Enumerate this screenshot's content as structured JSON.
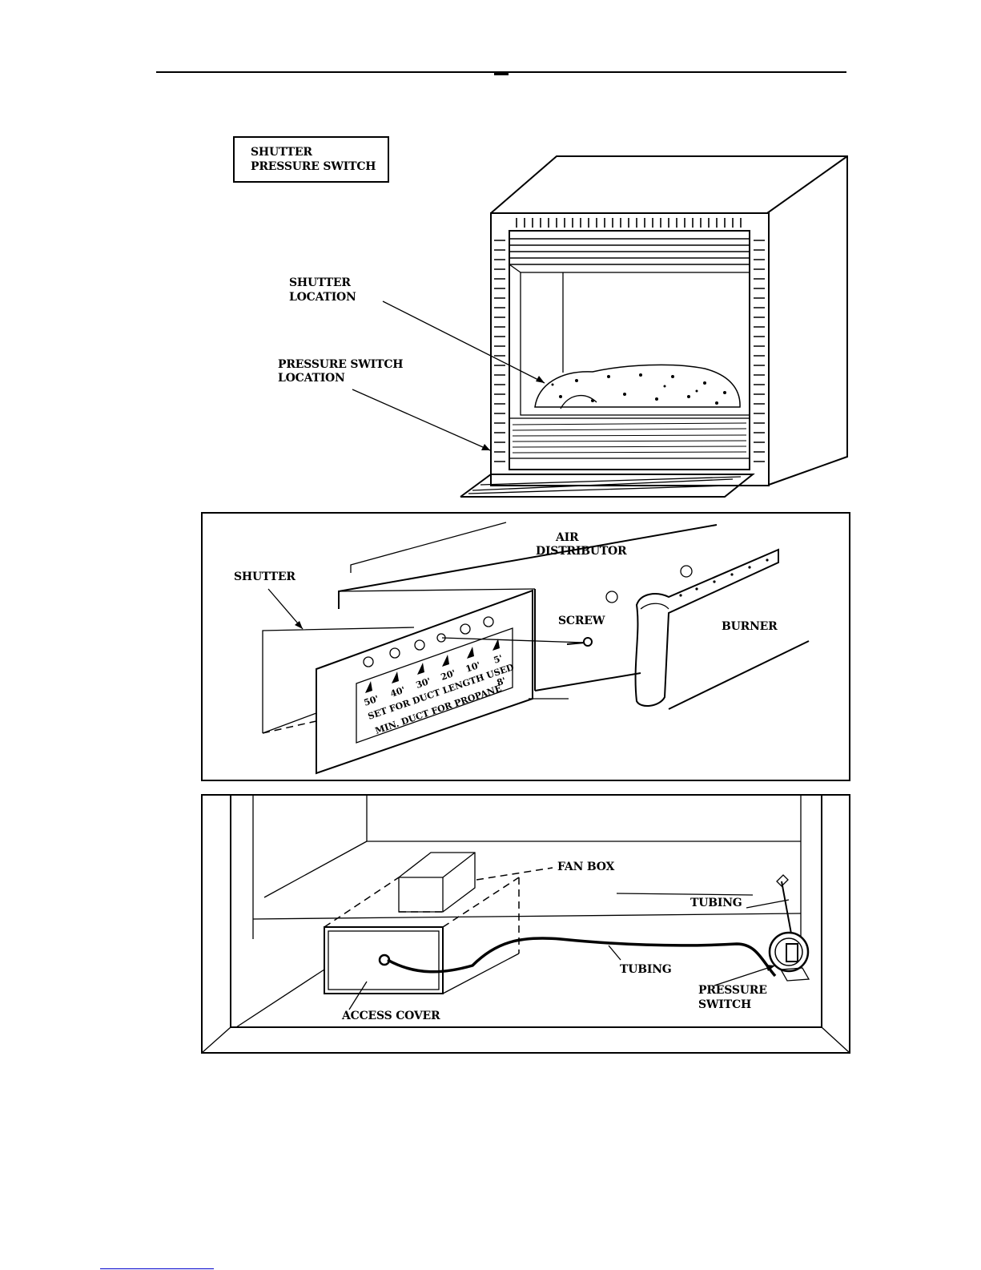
{
  "title_box": {
    "line1": "SHUTTER",
    "line2": "PRESSURE SWITCH"
  },
  "panel_fireplace": {
    "shutter_location": {
      "line1": "SHUTTER",
      "line2": "LOCATION"
    },
    "pressure_switch_location": {
      "line1": "PRESSURE SWITCH",
      "line2": "LOCATION"
    }
  },
  "panel_shutter": {
    "air_distributor": {
      "line1": "AIR",
      "line2": "DISTRIBUTOR"
    },
    "shutter": "SHUTTER",
    "screw": "SCREW",
    "burner": "BURNER",
    "plate": {
      "duct_lengths": [
        "50'",
        "40'",
        "30'",
        "20'",
        "10'",
        "5'"
      ],
      "propane_min": "8'",
      "line1": "SET FOR DUCT LENGTH USED",
      "line2": "MIN. DUCT FOR PROPANE"
    }
  },
  "panel_pressure_switch": {
    "fan_box": "FAN BOX",
    "tubing_top": "TUBING",
    "tubing_mid": "TUBING",
    "pressure_switch": {
      "line1": "PRESSURE",
      "line2": "SWITCH"
    },
    "access_cover": "ACCESS COVER"
  }
}
